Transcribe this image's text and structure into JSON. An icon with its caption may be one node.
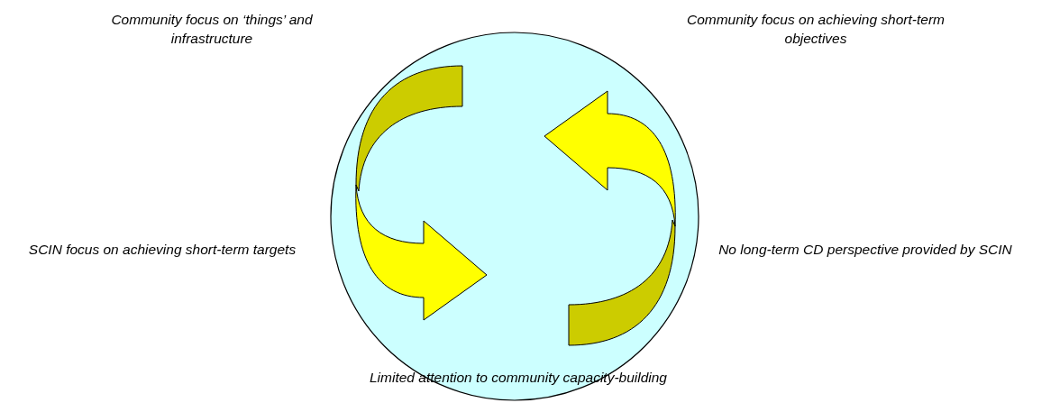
{
  "diagram": {
    "labels": [
      "Community focus on ‘things’ and infrastructure",
      "Community focus on achieving short-term objectives",
      "SCIN focus on achieving short-term targets",
      "No long-term CD perspective provided by SCIN",
      "Limited attention to community capacity-building"
    ]
  }
}
